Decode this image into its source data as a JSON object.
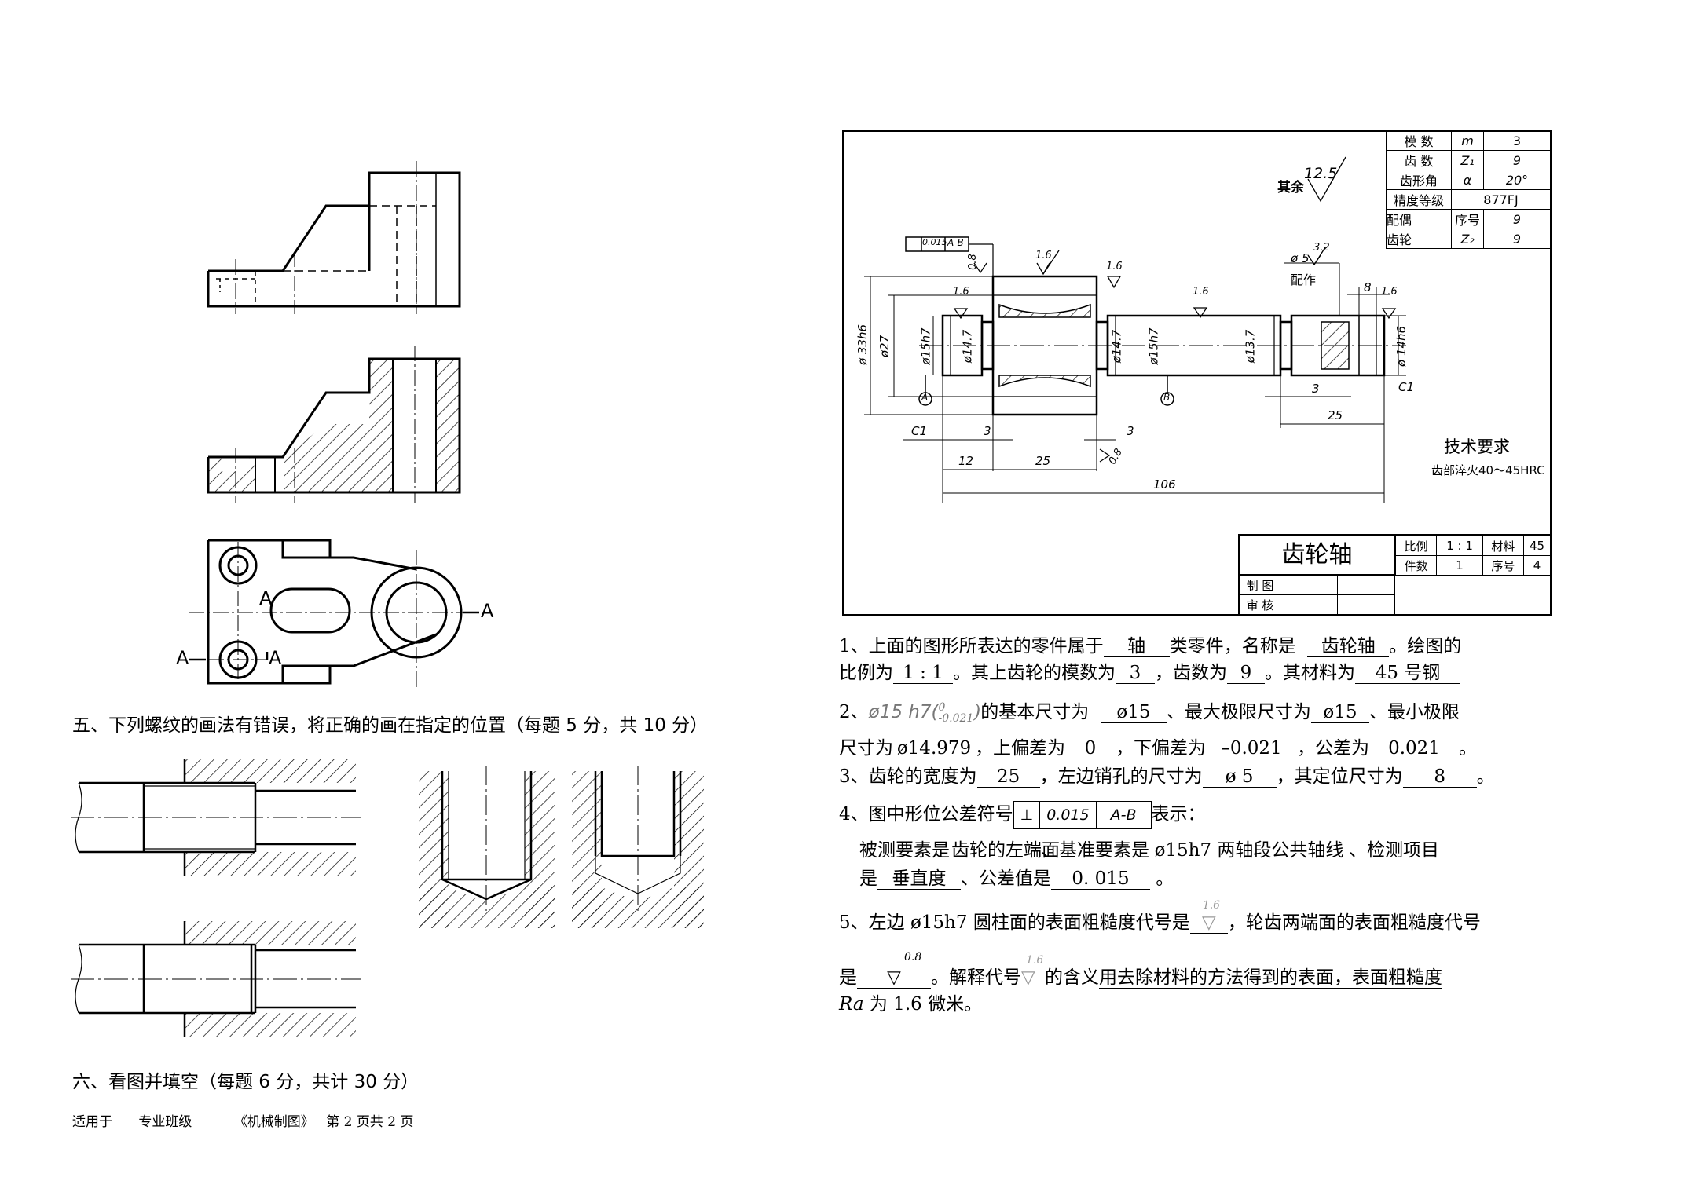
{
  "section5": {
    "heading": "五、下列螺纹的画法有错误，将正确的画在指定的位置（每题 5 分，共 10 分）"
  },
  "section6": {
    "heading": "六、看图并填空（每题 6 分，共计 30 分）"
  },
  "footer": {
    "applies": "适用于",
    "major": "专业班级",
    "course": "《机械制图》",
    "page": "第 2 页共 2 页"
  },
  "drawing_labels": {
    "section_a": "A"
  },
  "gear_table": {
    "rows": [
      [
        "模 数",
        "m",
        "3"
      ],
      [
        "齿 数",
        "Z₁",
        "9"
      ],
      [
        "齿形角",
        "α",
        "20°"
      ],
      [
        "精度等级",
        "877FJ"
      ],
      [
        "配偶",
        "序号",
        "9"
      ],
      [
        "齿轮",
        "Z₂",
        "9"
      ]
    ]
  },
  "title_block": {
    "part_name": "齿轮轴",
    "scale_label": "比例",
    "scale_value": "1 : 1",
    "material_label": "材料",
    "material_value": "45",
    "qty_label": "件数",
    "qty_value": "1",
    "seq_label": "序号",
    "seq_value": "4",
    "drawn_label": "制 图",
    "check_label": "审 核"
  },
  "tech_req": {
    "title": "技术要求",
    "text": "齿部淬火40～45HRC"
  },
  "roughness_rest": {
    "label": "其余",
    "value": "12.5"
  },
  "dims": {
    "d33": "ø 33h6",
    "d27": "ø27",
    "d15a": "ø15h7",
    "d147a": "ø14.7",
    "d147b": "ø14.7",
    "d15b": "ø15h7",
    "d137": "ø13.7",
    "d14": "ø 14h6",
    "hole": "ø 5",
    "hole_note": "配作",
    "r16": "1.6",
    "r32": "3.2",
    "r08": "0.8",
    "c1": "C1",
    "three": "3",
    "twelve": "12",
    "twentyfive": "25",
    "eight": "8",
    "total": "106",
    "gdt_tol": "0.015",
    "gdt_datum": "A-B",
    "datum_a": "A",
    "datum_b": "B"
  },
  "q1": {
    "t1": "1、上面的图形所表达的零件属于",
    "a1": "轴",
    "t2": "类零件，名称是",
    "a2": "齿轮轴",
    "t3": "。绘图的",
    "t4": "比例为",
    "a3": "1 : 1",
    "t5": "。其上齿轮的模数为",
    "a4": "3",
    "t6": "，齿数为",
    "a5": "9",
    "t7": "。其材料为",
    "a6": "45 号钢"
  },
  "q2": {
    "num": "2、",
    "sym": "ø15 h7(",
    "sup": "0",
    "sub": "-0.021",
    "close": ")",
    "t1": "的基本尺寸为",
    "a1": "ø15",
    "t2": "、最大极限尺寸为",
    "a2": "ø15",
    "t3": "、最小极限",
    "t4": "尺寸为",
    "a3": "ø14.979",
    "t5": "，上偏差为",
    "a4": "0",
    "t6": "，下偏差为",
    "a5": "–0.021",
    "t7": "，公差为",
    "a6": "0.021"
  },
  "q3": {
    "t1": "3、齿轮的宽度为",
    "a1": "25",
    "t2": "，左边销孔的尺寸为",
    "a2": "ø 5",
    "t3": "，其定位尺寸为",
    "a3": "8"
  },
  "q4": {
    "t1": "4、图中形位公差符号",
    "g1": "⊥",
    "g2": "0.015",
    "g3": "A-B",
    "t2": "表示：",
    "t3": "被测要素是",
    "a1": "齿轮的左端面",
    "t4": "、基准要素是",
    "a2": "ø15h7 两轴段公共轴线",
    "t5": "、检测项目",
    "t6": "是",
    "a3": "垂直度",
    "t7": "、公差值是",
    "a4": "0. 015"
  },
  "q5": {
    "t1": "5、左边 ø15h7 圆柱面的表面粗糙度代号是",
    "r1": "1.6",
    "t2": "，轮齿两端面的表面粗糙度代号",
    "t3": "是",
    "r2": "0.8",
    "t4": "。解释代号",
    "r3": "1.6",
    "t5": "的含义",
    "a1": "用去除材料的方法得到的表面，表面粗糙度",
    "a2": "Ra",
    "a3": " 为 1.6  微米。"
  }
}
